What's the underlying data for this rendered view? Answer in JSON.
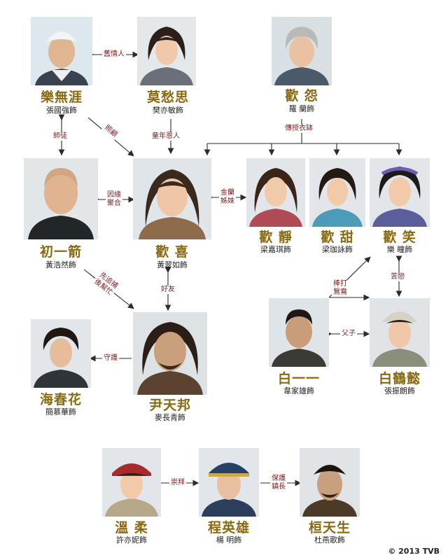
{
  "characters": {
    "lok_mou_ngai": {
      "role": "樂無涯",
      "actor": "張國強飾"
    },
    "mok_sau_si": {
      "role": "莫愁思",
      "actor": "樊亦敏飾"
    },
    "fun_yuen": {
      "role": "歡 怨",
      "actor": "羅 蘭飾"
    },
    "cho_yat_chin": {
      "role": "初一箭",
      "actor": "黃浩然飾"
    },
    "fun_hei": {
      "role": "歡 喜",
      "actor": "黃翠如飾"
    },
    "fun_ching": {
      "role": "歡 靜",
      "actor": "梁嘉琪飾"
    },
    "fun_tim": {
      "role": "歡 甜",
      "actor": "梁珈詠飾"
    },
    "fun_siu": {
      "role": "歡 笑",
      "actor": "樂 瞳飾"
    },
    "pak_yat_yat": {
      "role": "白一一",
      "actor": "韋家雄飾"
    },
    "pak_hok_yi": {
      "role": "白鶴懿",
      "actor": "張振朗飾"
    },
    "hoi_chun_fa": {
      "role": "海春花",
      "actor": "簡慕華飾"
    },
    "wan_tin_bong": {
      "role": "尹天邦",
      "actor": "麥長青飾"
    },
    "wan_yau": {
      "role": "溫 柔",
      "actor": "許亦妮飾"
    },
    "ching_ying_hung": {
      "role": "程英雄",
      "actor": "楊 明飾"
    },
    "wun_tin_sang": {
      "role": "桓天生",
      "actor": "杜燕歌飾"
    }
  },
  "relations": {
    "old_lovers": "舊情人",
    "care": "照顧",
    "childhood_benefactor": "童年恩人",
    "master_disciple": "師徒",
    "pass_mantle": "傳授衣缽",
    "fate": "因緣\n聚合",
    "sworn_sisters": "金蘭\n姊妹",
    "arrest_then_help": "先追捕\n後幫忙",
    "friends": "好友",
    "matchmake": "棒打\n鴛鴦",
    "bitter_love": "苦戀",
    "protect": "守護",
    "father_son": "父子",
    "admire": "崇拜",
    "protect_mayor": "保護\n鎮長"
  },
  "copyright": "© 2013 TVB",
  "colors": {
    "role_gold": "#8a6a10",
    "relation_red": "#7b1e1e",
    "line": "#2b2b2b"
  }
}
